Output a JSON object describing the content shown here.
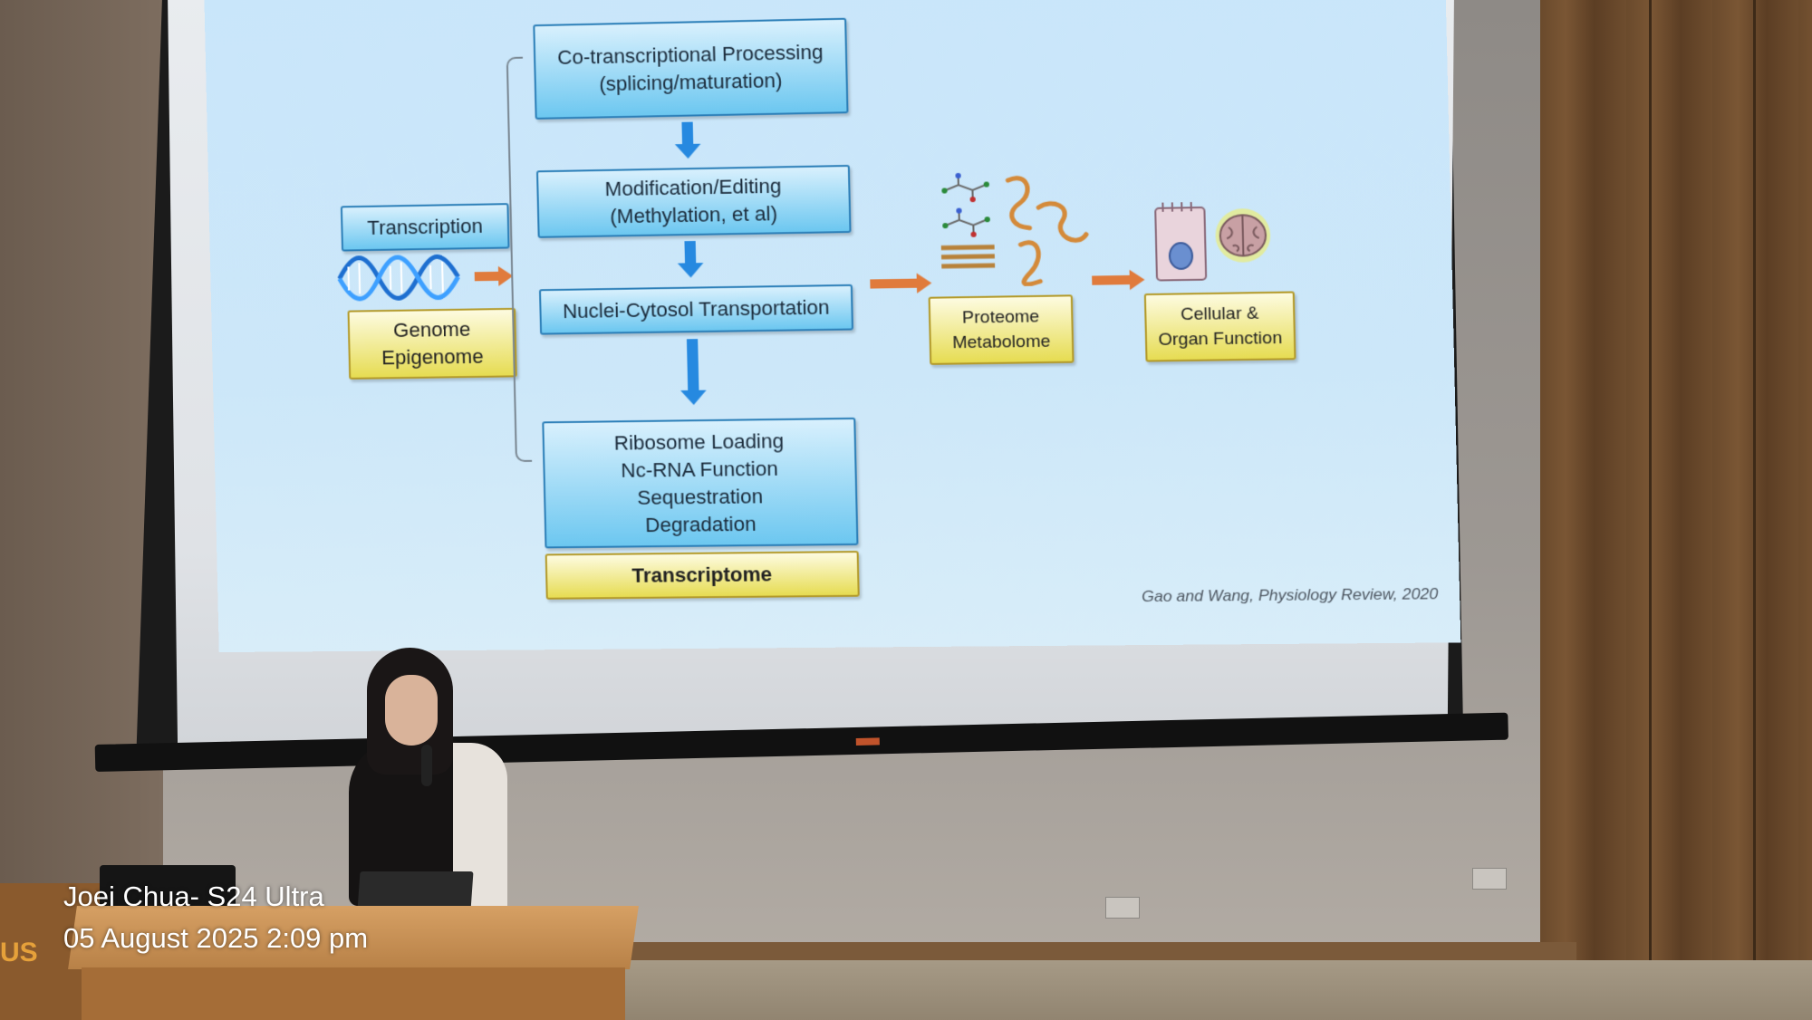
{
  "slide": {
    "transcription": "Transcription",
    "genome": "Genome\nEpigenome",
    "co_transcriptional": "Co-transcriptional Processing\n(splicing/maturation)",
    "modification": "Modification/Editing\n(Methylation, et al)",
    "transport": "Nuclei-Cytosol Transportation",
    "ribosome": "Ribosome Loading\nNc-RNA Function\nSequestration\nDegradation",
    "transcriptome": "Transcriptome",
    "proteome": "Proteome\nMetabolome",
    "cellular": "Cellular &\nOrgan Function",
    "citation": "Gao and Wang, Physiology Review, 2020",
    "colors": {
      "blue_box": "#6cc7f0",
      "yellow_box": "#e6dc52",
      "blue_arrow": "#2689e0",
      "orange_arrow": "#e07b3c",
      "title_line": "#6a3bc0"
    },
    "icons": [
      "dna-helix-icon",
      "molecule-icon",
      "rna-strand-icon",
      "cell-icon",
      "brain-icon"
    ]
  },
  "watermark": {
    "device": "Joei Chua- S24 Ultra",
    "datetime": "05 August 2025 2:09 pm"
  }
}
